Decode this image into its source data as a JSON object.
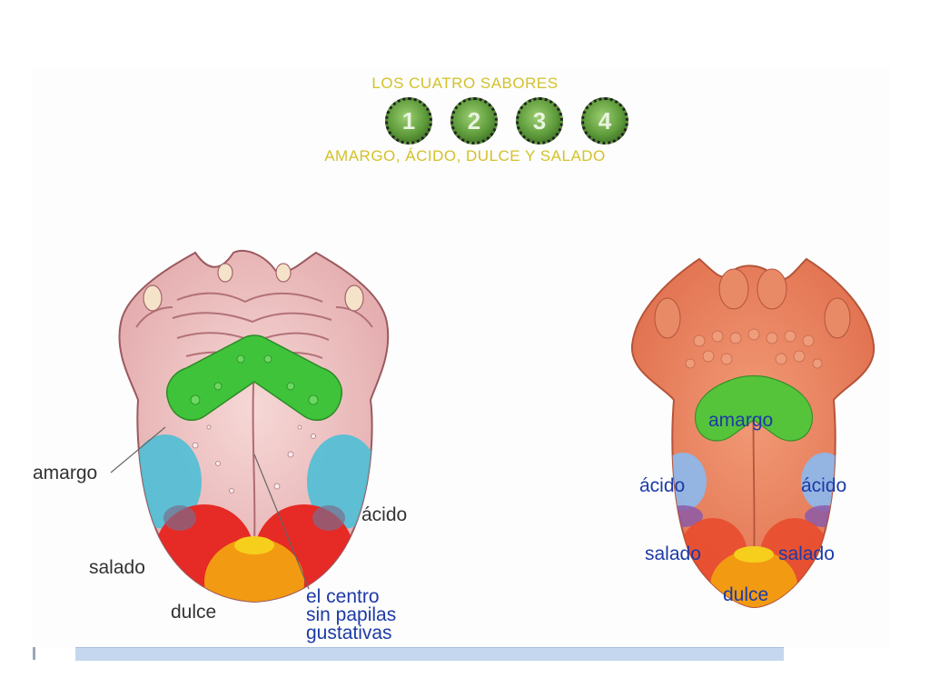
{
  "header": {
    "title": "LOS CUATRO SABORES",
    "subtitle": "AMARGO, ÁCIDO, DULCE Y SALADO",
    "numbers": [
      "1",
      "2",
      "3",
      "4"
    ]
  },
  "left_tongue": {
    "labels": {
      "amargo": "amargo",
      "acido": "ácido",
      "salado": "salado",
      "dulce": "dulce",
      "centro_line1": "el centro",
      "centro_line2": "sin papilas",
      "centro_line3": "gustativas"
    }
  },
  "right_tongue": {
    "labels": {
      "amargo": "amargo",
      "acido_left": "ácido",
      "acido_right": "ácido",
      "salado_left": "salado",
      "salado_right": "salado",
      "dulce": "dulce"
    }
  },
  "colors": {
    "amargo": "#3fc33a",
    "acido": "#4fbfd6",
    "salado": "#e62a25",
    "dulce": "#f29b12",
    "title": "#d4c12a",
    "label_blue": "#1d3aa8"
  }
}
